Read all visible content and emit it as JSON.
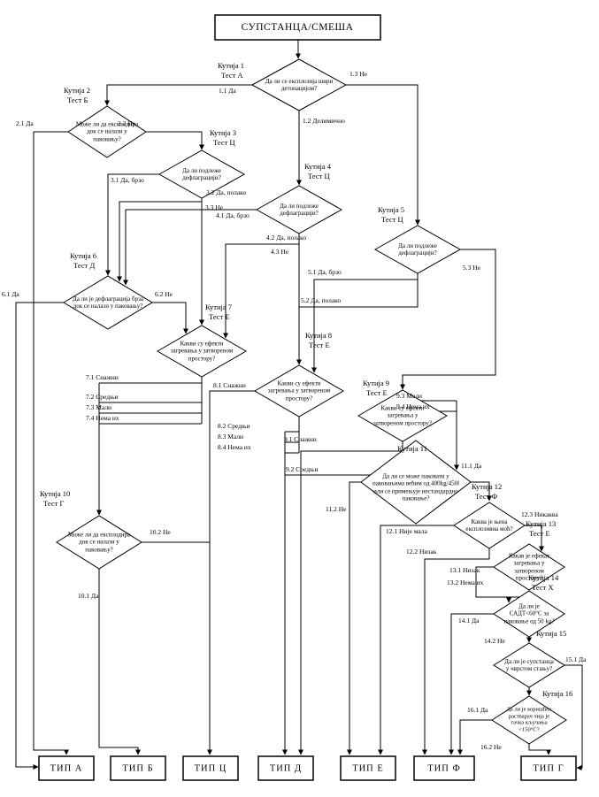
{
  "title": "СУПСТАНЦА/СМЕША",
  "colors": {
    "ink": "#000000",
    "background": "#ffffff"
  },
  "boxes": {
    "b1": {
      "label": "Кутија 1",
      "test": "Тест А",
      "q": "Да ли се експлозија шири детонацијом?"
    },
    "b2": {
      "label": "Кутија 2",
      "test": "Тест Б",
      "q": "Може ли да експлодира док се налази у паковању?"
    },
    "b3": {
      "label": "Кутија 3",
      "test": "Тест Ц",
      "q": "Да ли подлеже дефлаграцији?"
    },
    "b4": {
      "label": "Кутија 4",
      "test": "Тест Ц",
      "q": "Да ли подлеже дефлаграцији?"
    },
    "b5": {
      "label": "Кутија 5",
      "test": "Тест Ц",
      "q": "Да ли подлеже дефлаграцији?"
    },
    "b6": {
      "label": "Кутија 6",
      "test": "Тест Д",
      "q": "Да ли је дефлаграција брза док се налази у паковању?"
    },
    "b7": {
      "label": "Кутија 7",
      "test": "Тест Е",
      "q": "Какви су ефекти загревања у затвореном простору?"
    },
    "b8": {
      "label": "Кутија 8",
      "test": "Тест Е",
      "q": "Какви су ефекти загревања у затвореном простору?"
    },
    "b9": {
      "label": "Кутија 9",
      "test": "Тест Е",
      "q": "Какви су ефекти загревања у затвореном простору?"
    },
    "b10": {
      "label": "Кутија 10",
      "test": "Тест Г",
      "q": "Може ли да експлодира док се налази у паковању?"
    },
    "b11": {
      "label": "Кутија 11",
      "test": "",
      "q": "Да ли се може паковати у паковањима већим од 400kg/450l или се примењује нестандардно паковање?"
    },
    "b12": {
      "label": "Кутија 12",
      "test": "Тест Ф",
      "q": "Каква је њена експлозивна моћ?"
    },
    "b13": {
      "label": "Кутија 13",
      "test": "Тест Е",
      "q": "Какав је ефекат загревања у затвореном простору?"
    },
    "b14": {
      "label": "Кутија 14",
      "test": "Тест Х",
      "q": "Да ли је САДТ<60°С за паковање од 50 kg?"
    },
    "b15": {
      "label": "Кутија 15",
      "test": "",
      "q": "Да ли је супстанца у чврстом стању?"
    },
    "b16": {
      "label": "Кутија 16",
      "test": "",
      "q": "Да ли је коришћен растварач чија је тачка кључања <150°С?"
    }
  },
  "edges": {
    "e1_1": "1.1 Да",
    "e1_2": "1.2 Делимично",
    "e1_3": "1.3 Не",
    "e2_1": "2.1 Да",
    "e2_2": "2.2 Не",
    "e3_1": "3.1 Да, брзо",
    "e3_2": "3.2 Да, полако",
    "e3_3": "3.3 Не",
    "e4_1": "4.1 Да, брзо",
    "e4_2": "4.2 Да, полако",
    "e4_3": "4.3 Не",
    "e5_1": "5.1 Да, брзо",
    "e5_2": "5.2 Да, полако",
    "e5_3": "5.3 Не",
    "e6_1": "6.1 Да",
    "e6_2": "6.2 Не",
    "e7_1": "7.1 Снажни",
    "e7_2": "7.2 Средњи",
    "e7_3": "7.3 Мали",
    "e7_4": "7.4 Нема их",
    "e8_1": "8.1 Снажни",
    "e8_2": "8.2 Средњи",
    "e8_3": "8.3 Мали",
    "e8_4": "8.4 Нема их",
    "e9_1": "9.1 Снажни",
    "e9_2": "9.2 Средњи",
    "e9_3": "9.3 Мали",
    "e9_4": "9.4 Нема их",
    "e10_1": "10.1 Да",
    "e10_2": "10.2 Не",
    "e11_1": "11.1 Да",
    "e11_2": "11.2 Не",
    "e12_1": "12.1 Није мала",
    "e12_2": "12.2 Низак",
    "e12_3": "12.3 Никаква",
    "e13_1": "13.1 Низак",
    "e13_2": "13.2 Нема их",
    "e14_1": "14.1 Да",
    "e14_2": "14.2 Не",
    "e15_1": "15.1 Да",
    "e16_1": "16.1 Да",
    "e16_2": "16.2 Не"
  },
  "types": {
    "a": "ТИП А",
    "b": "ТИП Б",
    "c": "ТИП Ц",
    "d": "ТИП Д",
    "e": "ТИП Е",
    "f": "ТИП Ф",
    "g": "ТИП Г"
  }
}
